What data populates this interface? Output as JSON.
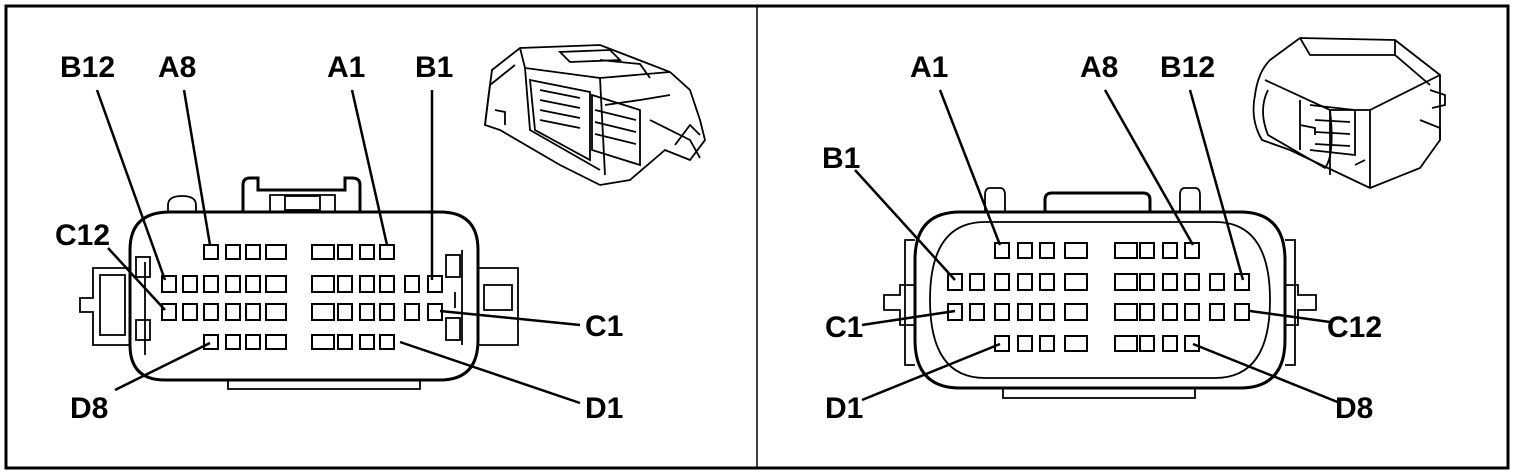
{
  "views": [
    {
      "id": "terminal-side",
      "labels": {
        "b12_top": "B12",
        "a8": "A8",
        "a1": "A1",
        "b1": "B1",
        "c12": "C12",
        "c1": "C1",
        "d8": "D8",
        "d1": "D1"
      }
    },
    {
      "id": "wire-side",
      "labels": {
        "a1": "A1",
        "a8": "A8",
        "b12": "B12",
        "b1": "B1",
        "c1": "C1",
        "c12": "C12",
        "d1": "D1",
        "d8": "D8"
      }
    }
  ]
}
